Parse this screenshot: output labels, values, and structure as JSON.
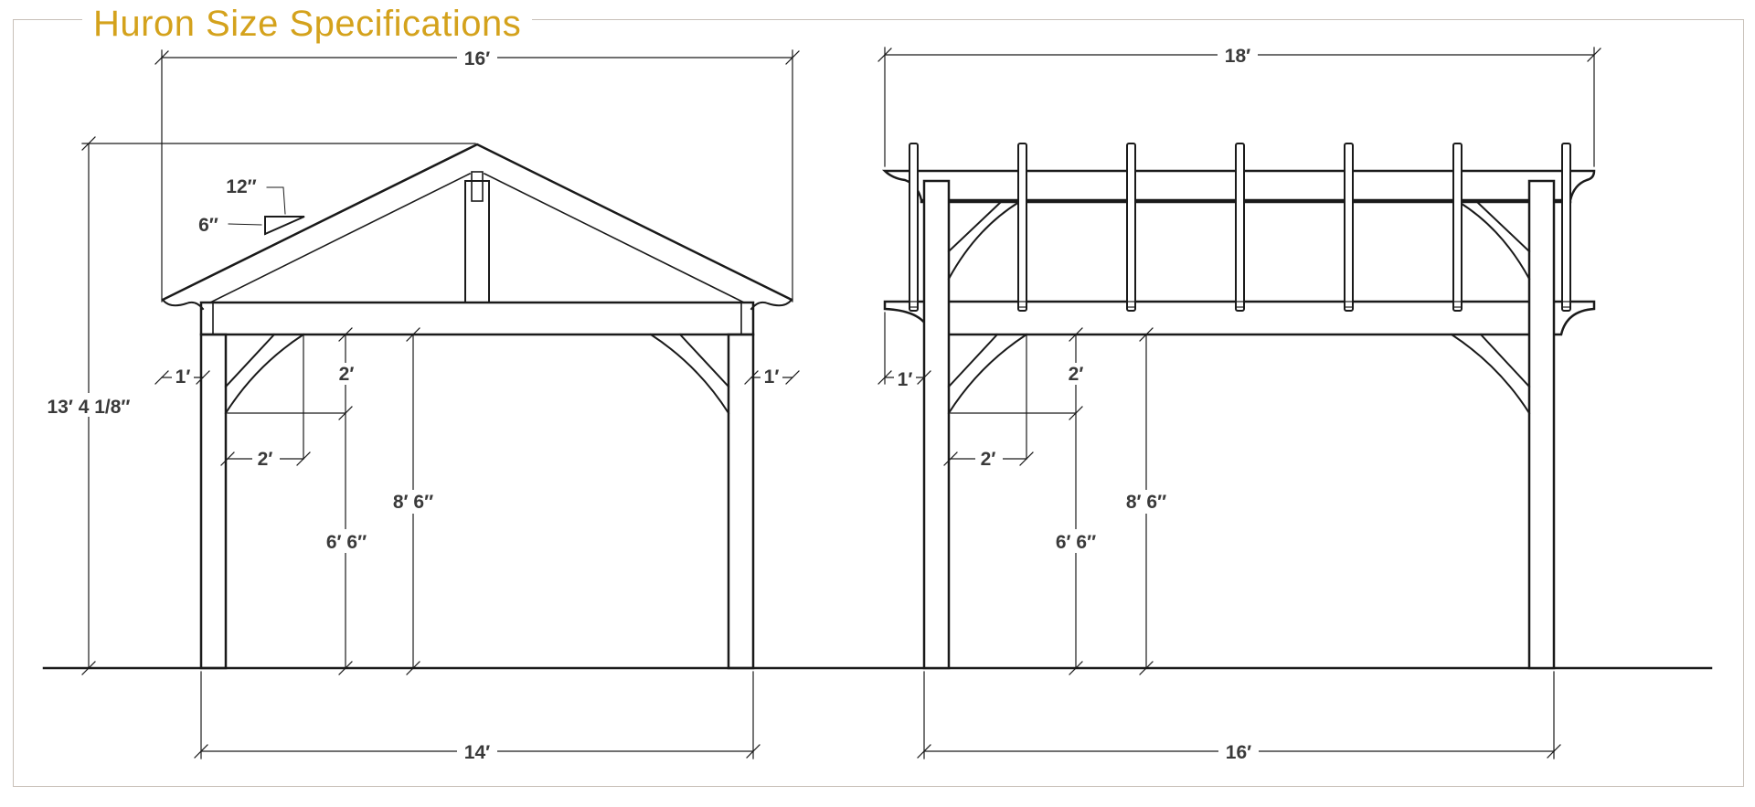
{
  "title": "Huron Size Specifications",
  "front_view": {
    "width_overall": "16′",
    "height_overall": "13′ 4 1/8″",
    "roof_pitch_run": "12″",
    "roof_pitch_rise": "6″",
    "overhang_left": "1′",
    "overhang_right": "1′",
    "brace_vertical": "2′",
    "brace_horizontal": "2′",
    "clearance_to_brace": "6′ 6″",
    "clearance_to_beam": "8′ 6″",
    "post_span": "14′"
  },
  "side_view": {
    "width_overall": "18′",
    "overhang_left": "1′",
    "brace_vertical": "2′",
    "brace_horizontal": "2′",
    "clearance_to_brace": "6′ 6″",
    "clearance_to_beam": "8′ 6″",
    "post_span": "16′"
  }
}
